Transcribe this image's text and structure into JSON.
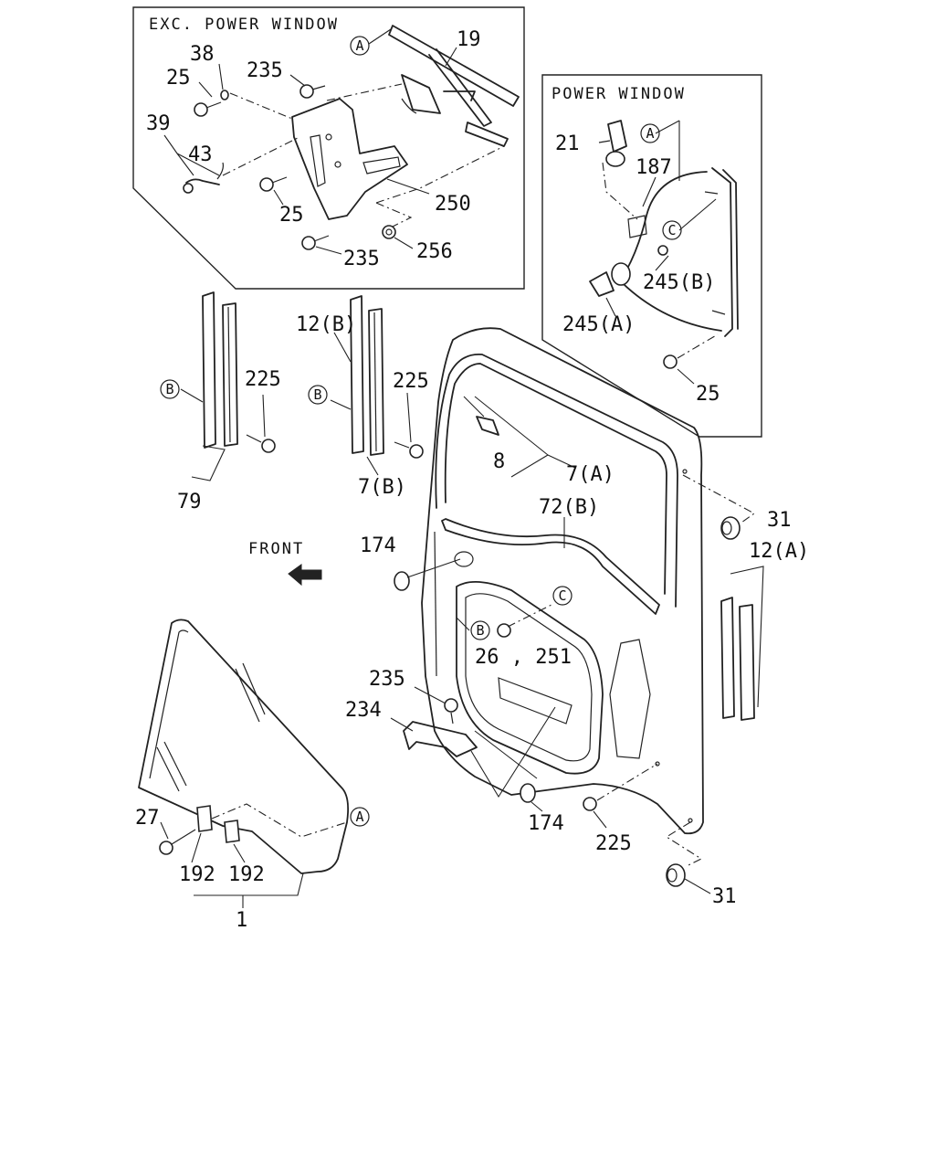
{
  "insets": {
    "exc_power_window": {
      "title": "EXC. POWER WINDOW"
    },
    "power_window": {
      "title": "POWER WINDOW"
    }
  },
  "direction": {
    "label": "FRONT"
  },
  "refs": {
    "a": "A",
    "b": "B",
    "c": "C"
  },
  "labels": {
    "p38": "38",
    "p25a": "25",
    "p235a": "235",
    "p19": "19",
    "p39": "39",
    "p43": "43",
    "p25b": "25",
    "p250": "250",
    "p235b": "235",
    "p256": "256",
    "p21": "21",
    "p187": "187",
    "p245b": "245(B)",
    "p245a": "245(A)",
    "p25c": "25",
    "p12b": "12(B)",
    "p225a": "225",
    "p225b": "225",
    "p79": "79",
    "p7b": "7(B)",
    "p8": "8",
    "p7a": "7(A)",
    "p72b": "72(B)",
    "p31a": "31",
    "p12a": "12(A)",
    "p174a": "174",
    "p26_251": "26 , 251",
    "p235c": "235",
    "p234": "234",
    "p27": "27",
    "p192a": "192",
    "p192b": "192",
    "p1": "1",
    "p174b": "174",
    "p225c": "225",
    "p31b": "31"
  }
}
